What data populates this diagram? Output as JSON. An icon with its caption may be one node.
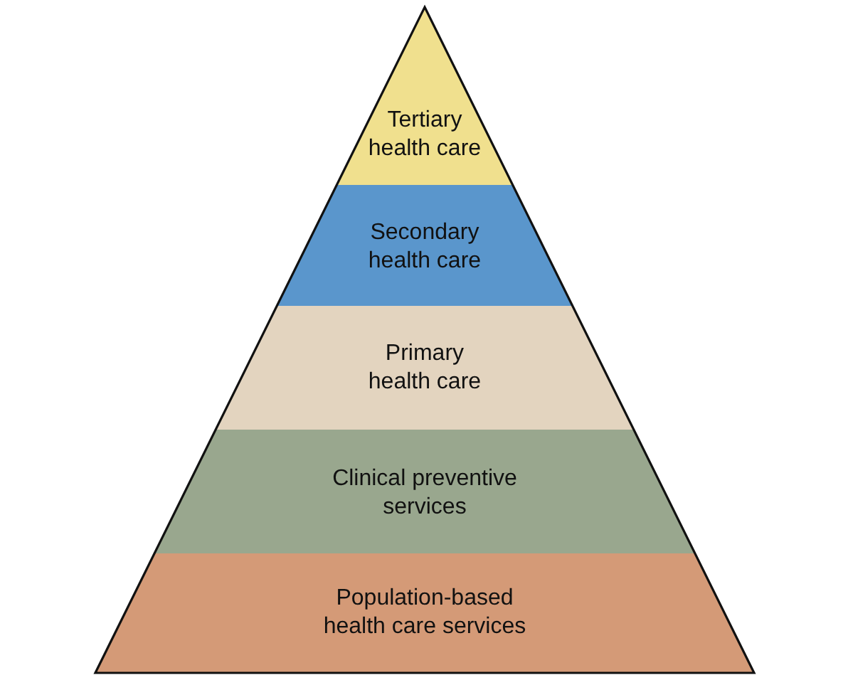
{
  "diagram": {
    "nodes": [
      {
        "text": [
          "Tertiary health care"
        ]
      },
      {
        "text": [
          "Secondary health care"
        ]
      },
      {
        "text": [
          "Primary health care"
        ]
      },
      {
        "text": [
          "Clinical preventive services"
        ]
      },
      {
        "text": [
          "Population-based health care services"
        ]
      }
    ]
  }
}
